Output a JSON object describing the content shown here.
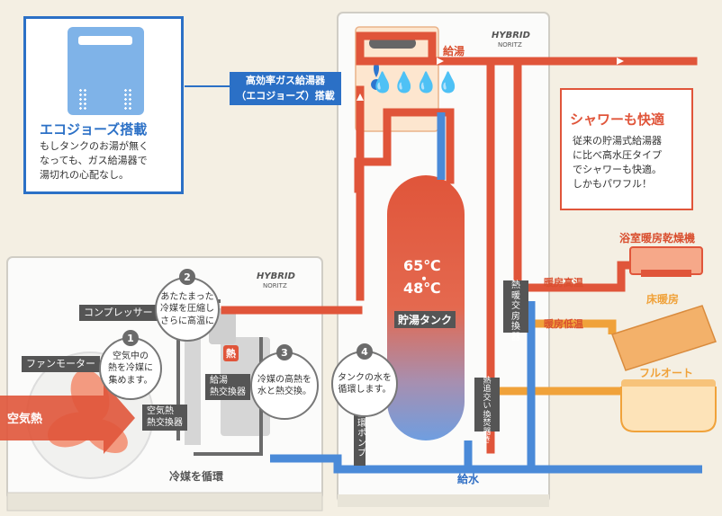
{
  "ecojozu": {
    "title": "エコジョーズ搭載",
    "desc": "もしタンクのお湯が無く\nなっても、ガス給湯器で\n湯切れの心配なし。"
  },
  "boiler_label": "高効率ガス給湯器\n（エコジョーズ）搭載",
  "shower": {
    "title": "シャワーも快適",
    "desc": "従来の貯湯式給湯器\nに比べ高水圧タイプ\nでシャワーも快適。\nしかもパワフル！"
  },
  "pipes": {
    "hot_supply": "給湯",
    "water_supply": "給水",
    "heating_high": "暖房高温",
    "heating_low": "暖房低温",
    "refrigerant_cycle": "冷媒を循環"
  },
  "loads": {
    "bathroom_dryer": "浴室暖房乾燥機",
    "floor_heating": "床暖房",
    "full_auto": "フルオート"
  },
  "tank": {
    "temp_top": "65℃",
    "dot": "・",
    "temp_bottom": "48℃",
    "label": "貯湯タンク"
  },
  "components": {
    "compressor": "コンプレッサー",
    "fan_motor": "ファンモーター",
    "air_heat": "空気熱",
    "air_hx": "空気熱\n熱交換器",
    "supply_hx": "給湯\n熱交換器",
    "heat_tag": "熱",
    "heating_hx": "熱\n暖\n交\n房\n換\n器",
    "reheat_hx": "熱\n追\n交\nい\n換\n焚\n器\nき",
    "circ_pump": "循環ポンプ",
    "brand": "HYBRID",
    "maker": "NORITZ"
  },
  "steps": [
    {
      "num": "1",
      "text": "空気中の\n熱を冷媒に\n集めます。"
    },
    {
      "num": "2",
      "text": "あたたまった\n冷媒を圧縮し\nさらに高温に"
    },
    {
      "num": "3",
      "text": "冷媒の高熱を\n水と熱交換。"
    },
    {
      "num": "4",
      "text": "タンクの水を\n循環します。"
    }
  ],
  "colors": {
    "hot": "#e0553a",
    "cold": "#4a8ad8",
    "warm": "#f0a23a",
    "gray": "#6b6b6b",
    "accent_blue": "#2b70c6"
  }
}
